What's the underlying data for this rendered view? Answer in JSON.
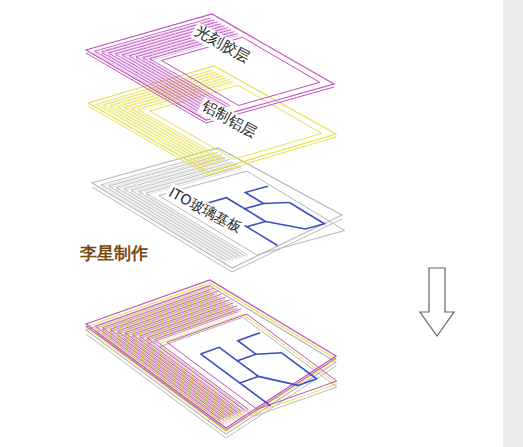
{
  "diagram": {
    "labels": [
      "光刻胶层",
      "铝制铝层",
      "ITO玻璃基板",
      "李星制作"
    ]
  }
}
